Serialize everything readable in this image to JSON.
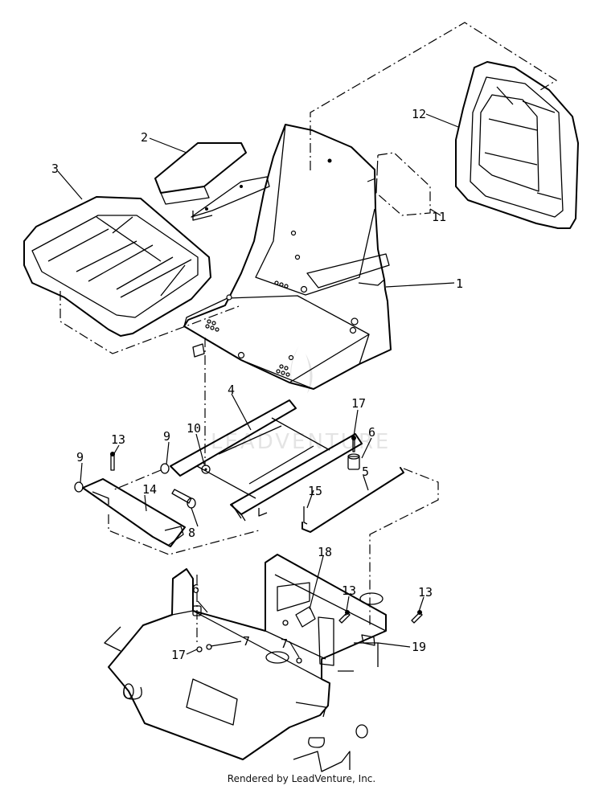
{
  "watermark": "LEADVENTURE",
  "footer": "Rendered by LeadVenture, Inc.",
  "callouts": {
    "c1": "1",
    "c2": "2",
    "c3": "3",
    "c4": "4",
    "c5": "5",
    "c6a": "6",
    "c6b": "6",
    "c7a": "7",
    "c7b": "7",
    "c8": "8",
    "c9a": "9",
    "c9b": "9",
    "c10": "10",
    "c11": "11",
    "c12": "12",
    "c13a": "13",
    "c13b": "13",
    "c13c": "13",
    "c14": "14",
    "c15": "15",
    "c17a": "17",
    "c17b": "17",
    "c18": "18",
    "c19": "19"
  }
}
